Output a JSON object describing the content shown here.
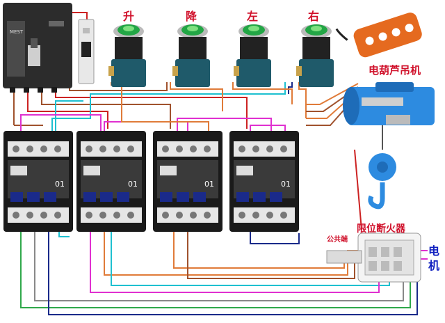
{
  "buttons": [
    {
      "label": "升"
    },
    {
      "label": "降"
    },
    {
      "label": "左"
    },
    {
      "label": "右"
    }
  ],
  "hoist_label": "电葫芦吊机",
  "limit_switch_label": "限位断火器",
  "common_terminal_label": "公共端",
  "motor_label": "电机",
  "contactor_model": "01",
  "breaker_brand": "MEST",
  "colors": {
    "brown": "#a0522d",
    "red": "#cc2222",
    "orange": "#e07b39",
    "cyan": "#1ec0d0",
    "magenta": "#e030d0",
    "green": "#2fa84a",
    "navy": "#1a2a8a",
    "gray": "#888888",
    "button_green": "#22a645",
    "hoist_blue": "#2d8be0",
    "pendant_orange": "#e56a1f"
  }
}
